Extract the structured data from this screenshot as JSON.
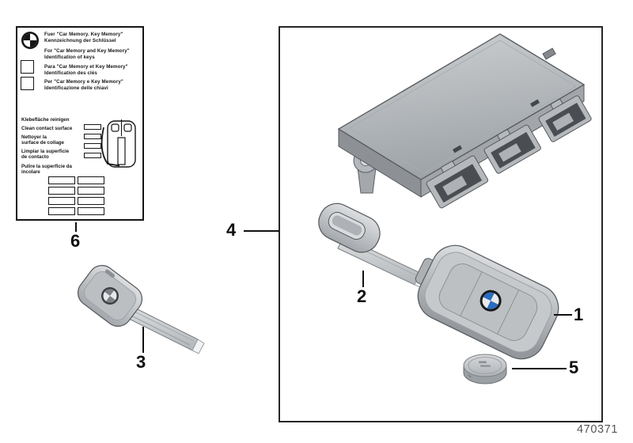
{
  "page": {
    "footer_ref": "470371"
  },
  "callouts": {
    "fob": "1",
    "key_insert": "2",
    "key_blank": "3",
    "kit_box": "4",
    "battery": "5",
    "label_sheet": "6"
  },
  "label_sheet": {
    "sections": [
      {
        "line1": "Fuer \"Car Memory. Key Memory\"",
        "line2": "Kennzeichnung der Schlüssel"
      },
      {
        "line1": "For \"Car Memory and Key Memory\"",
        "line2": "Identification of keys"
      },
      {
        "line1": "Para \"Car Memory et Key Memory\"",
        "line2": "Identification des clés"
      },
      {
        "line1": "Per \"Car Memory e Key Memory\"",
        "line2": "Identificazione delle chiavi"
      }
    ],
    "cleaning": [
      {
        "lines": [
          "Klebefläche reinigen"
        ]
      },
      {
        "lines": [
          "Clean contact surface"
        ]
      },
      {
        "lines": [
          "Nettoyer la",
          "surface de collage"
        ]
      },
      {
        "lines": [
          "Limpiar la superficie",
          "de contacto"
        ]
      },
      {
        "lines": [
          "Pulire la superficie da",
          "incolare"
        ]
      }
    ]
  },
  "colors": {
    "roundel_blue": "#2a6cc0",
    "leader_black": "#111111",
    "silver_light": "#d6d8da",
    "silver_mid": "#b4b8bc",
    "silver_dark": "#8d9195",
    "footer_gray": "#545454"
  }
}
